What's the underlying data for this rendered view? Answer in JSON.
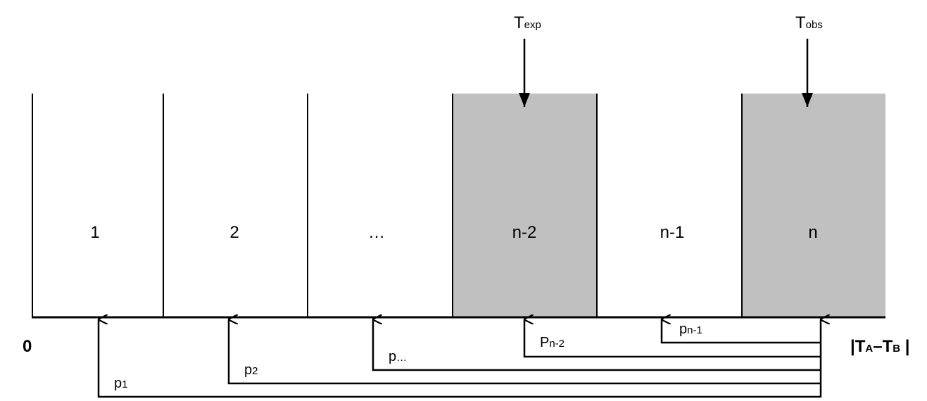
{
  "bins": [
    {
      "label": "1",
      "shaded": false
    },
    {
      "label": "2",
      "shaded": false
    },
    {
      "label": "…",
      "shaded": false
    },
    {
      "label": "n-2",
      "shaded": true
    },
    {
      "label": "n-1",
      "shaded": false
    },
    {
      "label": "n",
      "shaded": true
    }
  ],
  "markers": {
    "t_exp": {
      "main": "T",
      "sub": "exp"
    },
    "t_obs": {
      "main": "T",
      "sub": "obs"
    }
  },
  "axis": {
    "origin": "0",
    "end": {
      "bar_left": "|",
      "a": "T",
      "a_sub": "A",
      "dash": "–",
      "b": "T",
      "b_sub": "B",
      "bar_right": " |"
    }
  },
  "probabilities": [
    {
      "main": "p",
      "sub": "1"
    },
    {
      "main": "p",
      "sub": "2"
    },
    {
      "main": "p",
      "sub": "…"
    },
    {
      "main": "P",
      "sub": "n-2"
    },
    {
      "main": "p",
      "sub": "n-1"
    }
  ],
  "colors": {
    "shade": "#c0c0c0",
    "line": "#000000"
  }
}
